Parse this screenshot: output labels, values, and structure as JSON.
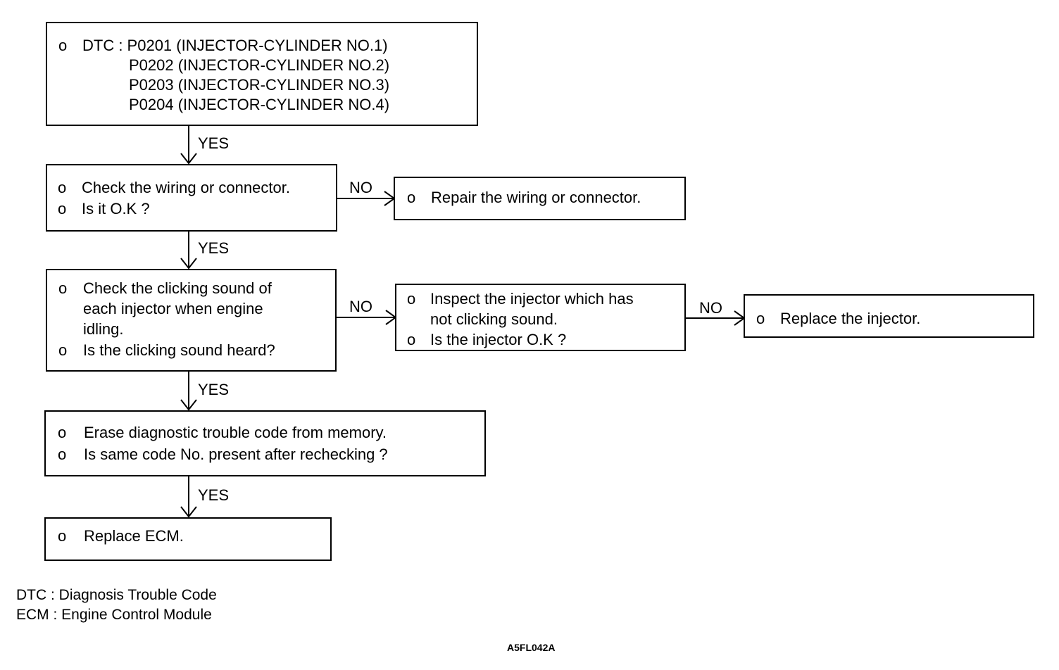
{
  "boxes": {
    "dtc": {
      "bullet": "o",
      "lines": [
        "DTC : P0201 (INJECTOR-CYLINDER NO.1)",
        "P0202 (INJECTOR-CYLINDER NO.2)",
        "P0203 (INJECTOR-CYLINDER NO.3)",
        "P0204 (INJECTOR-CYLINDER NO.4)"
      ]
    },
    "check_wiring": {
      "items": [
        {
          "bullet": "o",
          "text": "Check the wiring or connector."
        },
        {
          "bullet": "o",
          "text": "Is it O.K ?"
        }
      ]
    },
    "repair_wiring": {
      "items": [
        {
          "bullet": "o",
          "text": "Repair the wiring or connector."
        }
      ]
    },
    "check_clicking": {
      "items": [
        {
          "bullet": "o",
          "lines": [
            "Check the clicking sound of",
            "each injector when engine",
            "idling."
          ]
        },
        {
          "bullet": "o",
          "lines": [
            "Is the clicking sound heard?"
          ]
        }
      ]
    },
    "inspect_injector": {
      "items": [
        {
          "bullet": "o",
          "lines": [
            "Inspect the injector which has",
            "not clicking sound."
          ]
        },
        {
          "bullet": "o",
          "lines": [
            "Is the injector O.K ?"
          ]
        }
      ]
    },
    "replace_injector": {
      "items": [
        {
          "bullet": "o",
          "text": "Replace the injector."
        }
      ]
    },
    "erase_dtc": {
      "items": [
        {
          "bullet": "o",
          "text": "Erase diagnostic trouble code from memory."
        },
        {
          "bullet": "o",
          "text": "Is same code No. present after rechecking ?"
        }
      ]
    },
    "replace_ecm": {
      "items": [
        {
          "bullet": "o",
          "text": "Replace ECM."
        }
      ]
    }
  },
  "edges": {
    "dtc_to_wiring": "YES",
    "wiring_to_repair": "NO",
    "wiring_to_clicking": "YES",
    "clicking_to_inspect": "NO",
    "inspect_to_replace": "NO",
    "clicking_to_erase": "YES",
    "erase_to_ecm": "YES"
  },
  "legend": [
    "DTC : Diagnosis Trouble Code",
    "ECM : Engine Control Module"
  ],
  "figure_code": "A5FL042A"
}
